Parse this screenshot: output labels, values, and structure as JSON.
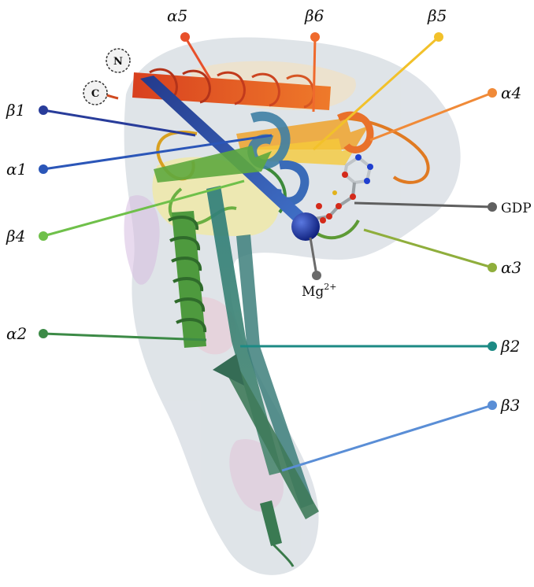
{
  "terminals": {
    "n": "N",
    "c": "C"
  },
  "labels": {
    "alpha5": "α5",
    "beta6": "β6",
    "beta5": "β5",
    "alpha4": "α4",
    "beta1": "β1",
    "alpha1": "α1",
    "beta4": "β4",
    "gdp": "GDP",
    "alpha3": "α3",
    "mg": "Mg",
    "mg_charge": "2+",
    "alpha2": "α2",
    "beta2": "β2",
    "beta3": "β3"
  },
  "colors": {
    "alpha5": "#e8502a",
    "beta6": "#ef6a2d",
    "beta5": "#f2c12a",
    "alpha4": "#f08a38",
    "beta1": "#283c9a",
    "alpha1": "#2b56b8",
    "beta4": "#6fc04a",
    "gdp": "#5f5f5f",
    "alpha3": "#8fae3c",
    "mg": "#6a6a6a",
    "alpha2": "#3c8a46",
    "beta2": "#1c8a84",
    "beta3": "#5a8ed6",
    "surface": "#d7dde3"
  }
}
